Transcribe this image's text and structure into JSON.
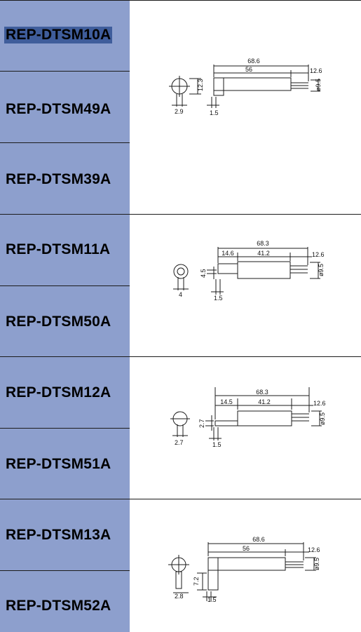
{
  "products": [
    {
      "label": "REP-DTSM10A",
      "highlighted": true
    },
    {
      "label": "REP-DTSM49A"
    },
    {
      "label": "REP-DTSM39A"
    },
    {
      "label": "REP-DTSM11A"
    },
    {
      "label": "REP-DTSM50A"
    },
    {
      "label": "REP-DTSM12A"
    },
    {
      "label": "REP-DTSM51A"
    },
    {
      "label": "REP-DTSM13A"
    },
    {
      "label": "REP-DTSM52A"
    }
  ],
  "diagrams": [
    {
      "total": "68.6",
      "seg_b": "56",
      "tail": "12.6",
      "dia": "ø9.5",
      "h": "12.3",
      "w": "2.9",
      "tip": "1.5"
    },
    {
      "total": "68.3",
      "seg_a": "14.6",
      "seg_b": "41.2",
      "tail": "12.6",
      "dia": "ø9.5",
      "h": "4.5",
      "w": "4",
      "tip": "1.5"
    },
    {
      "total": "68.3",
      "seg_a": "14.5",
      "seg_b": "41.2",
      "tail": "12.6",
      "dia": "ø9.5",
      "h": "2.7",
      "w": "2.7",
      "tip": "1.5"
    },
    {
      "total": "68.6",
      "seg_b": "56",
      "tail": "12.6",
      "dia": "ø9.5",
      "h": "7.2",
      "w": "2.8",
      "tip": "1.5"
    }
  ],
  "colors": {
    "sidebar": "#8d9fcd",
    "highlight": "#3f5d9b",
    "line": "#1b1b1b"
  }
}
